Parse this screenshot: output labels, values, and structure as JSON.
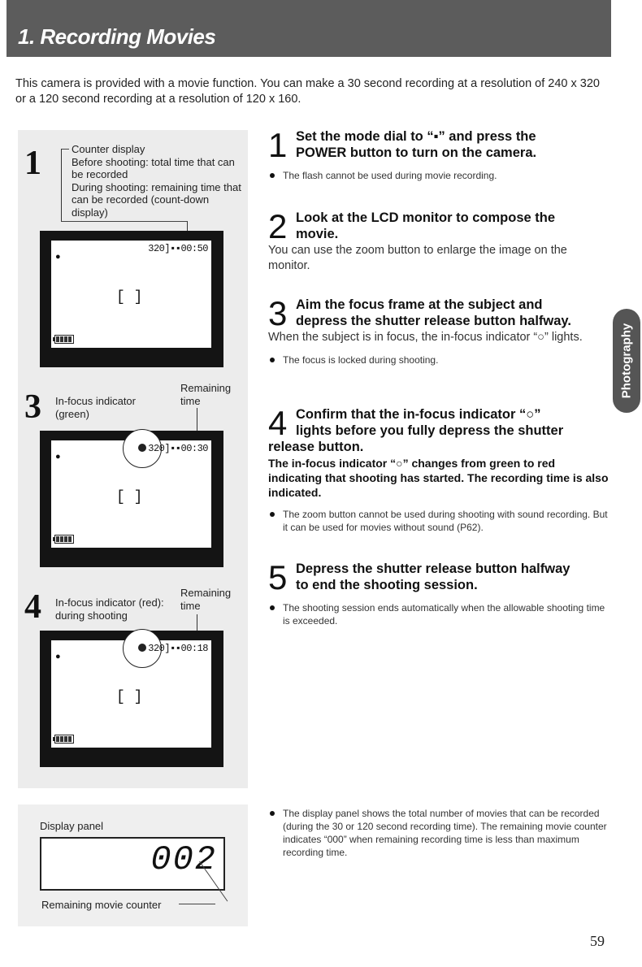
{
  "header": {
    "title": "1. Recording Movies"
  },
  "intro": "This camera is provided with a movie function. You can make a 30 second recording at a resolution of 240 x 320 or a 120 second recording at a resolution of 120 x 160.",
  "figures": {
    "fig1": {
      "step": "1",
      "callout_title": "Counter display",
      "callout_line1": "Before shooting: total time that can be recorded",
      "callout_line2": "During shooting: remaining time that can be recorded (count-down display)",
      "counter": "320]▪▪00:50",
      "bracket": "[  ]"
    },
    "fig3": {
      "step": "3",
      "label_left": "In-focus indicator (green)",
      "label_right": "Remaining time",
      "counter": "320]▪▪00:30",
      "bracket": "[  ]"
    },
    "fig4": {
      "step": "4",
      "label_left": "In-focus indicator (red): during shooting",
      "label_right": "Remaining time",
      "counter": "320]▪▪00:18",
      "bracket": "[  ]"
    },
    "display_panel": {
      "label": "Display panel",
      "digits": "002",
      "counter_label": "Remaining movie counter"
    }
  },
  "steps": [
    {
      "num": "1",
      "head1": "Set the mode dial to “▪” and press the",
      "head2": "POWER button to turn on the camera.",
      "bullet": "The flash cannot be used during movie recording."
    },
    {
      "num": "2",
      "head1": "Look at the LCD monitor to compose the",
      "head2": "movie.",
      "body": "You can use the zoom button to enlarge the image on the monitor."
    },
    {
      "num": "3",
      "head1": "Aim the focus frame at the subject and",
      "head2": "depress the shutter release button halfway.",
      "body": "When the subject is in focus, the in-focus indicator “○” lights.",
      "bullet": "The focus is locked during shooting."
    },
    {
      "num": "4",
      "head1": "Confirm that the in-focus indicator “○”",
      "head2": "lights before you fully depress the shutter",
      "head3": "release button.",
      "bold": "The in-focus indicator “○” changes from green to red indicating that shooting has started. The recording time is also indicated.",
      "bullet": "The zoom button cannot be used during shooting with sound recording. But it can be used for movies without sound (P62)."
    },
    {
      "num": "5",
      "head1": "Depress the shutter release button halfway",
      "head2": "to end the shooting session.",
      "bullet": "The shooting session ends automatically when the allowable shooting time is exceeded."
    }
  ],
  "display_note": "The display panel shows the total number of movies that can be recorded (during the 30 or 120 second recording time). The remaining movie counter indicates “000” when remaining recording time is less than maximum recording time.",
  "side_tab": "Photography",
  "page_number": "59"
}
